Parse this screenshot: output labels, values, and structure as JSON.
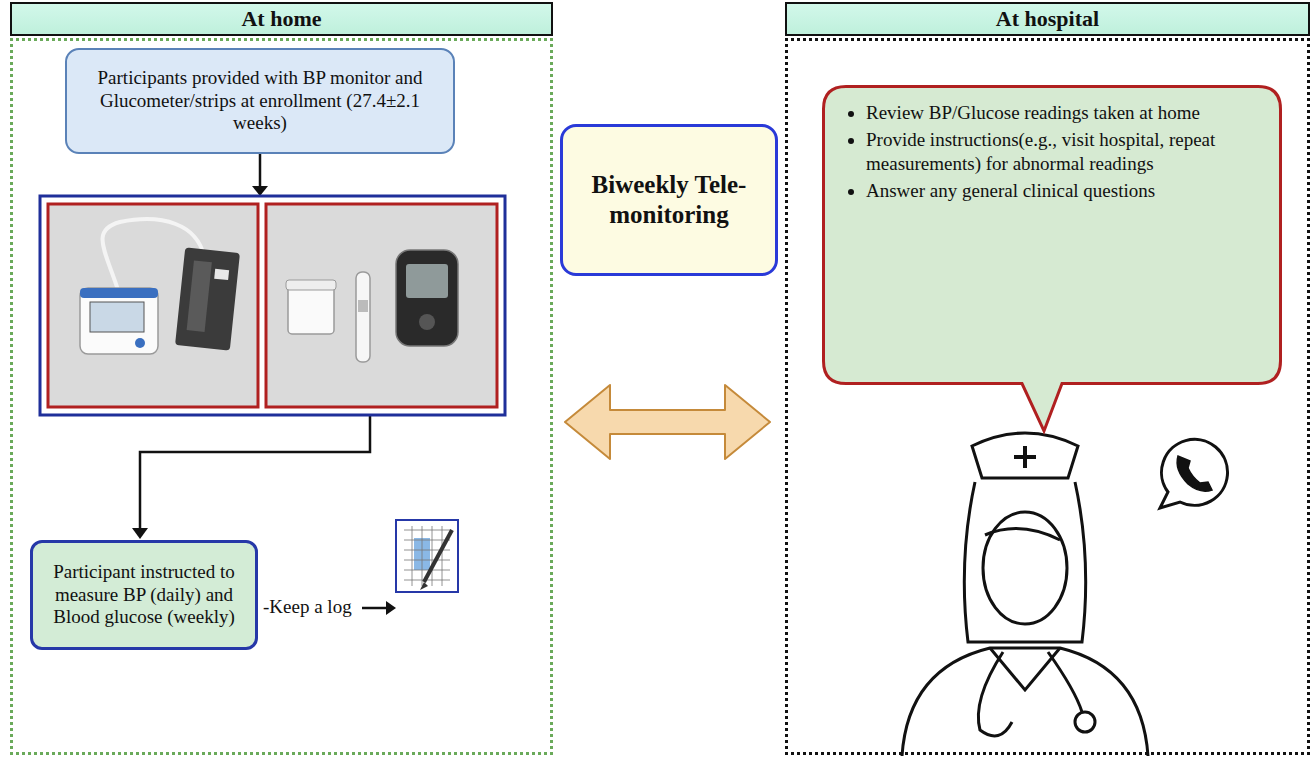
{
  "diagram": {
    "nodes": [
      {
        "text": [
          "At home"
        ]
      },
      {
        "text": [
          "Participants provided with BP monitor and Glucometer/strips at enrollment (27.4±2.1 weeks)"
        ],
        "in": 0
      },
      {
        "text": [
          "Participant instructed to measure BP (daily) and Blood glucose (weekly)"
        ],
        "in": 0
      },
      {
        "text": [
          "Biweekly Tele-monitoring"
        ]
      },
      {
        "text": [
          "At hospital"
        ]
      },
      {
        "text": [
          "Review BP/Glucose readings taken at home",
          "Provide instructions(e.g., visit hospital, repeat measurements) for abnormal readings",
          "Answer any general clinical questions"
        ],
        "in": 4
      }
    ],
    "edges": [
      {
        "from": 0,
        "to": 4,
        "arrow": "both"
      }
    ],
    "labels": [
      "-Keep a log"
    ]
  }
}
